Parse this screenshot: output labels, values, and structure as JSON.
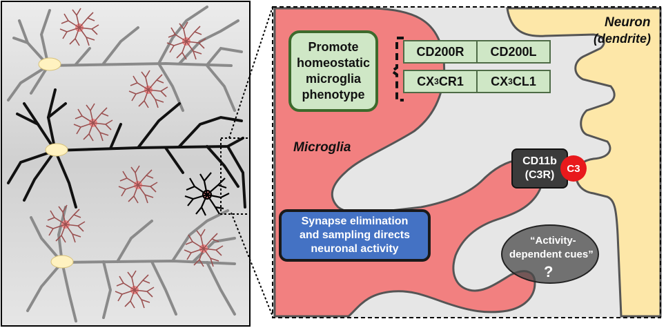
{
  "labels": {
    "neuron": "Neuron",
    "neuron_sub": "(dendrite)",
    "microglia": "Microglia",
    "promote_box": "Promote\nhomeostatic\nmicroglia\nphenotype",
    "cd200r": "CD200R",
    "cd200l": "CD200L",
    "cx3cr1_pre": "CX",
    "cx3cr1_sub": "3",
    "cx3cr1_post": "CR1",
    "cx3cl1_pre": "CX",
    "cx3cl1_sub": "3",
    "cx3cl1_post": "CL1",
    "synapse_box": "Synapse elimination\nand sampling directs\nneuronal activity",
    "cd11b": "CD11b\n(C3R)",
    "c3": "C3",
    "activity_line1": "“Activity-",
    "activity_line2": "dependent  cues”",
    "question": "?"
  },
  "colors": {
    "background_left": "#d2d2d2",
    "background_right": "#e4e4e4",
    "microglia_fill": "#f28080",
    "neuron_fill": "#fde7a8",
    "box_green": "#cfe7c6",
    "box_blue": "#4472c4",
    "c3_red": "#e8191c",
    "glia_cell_color": "#a05a5a"
  }
}
